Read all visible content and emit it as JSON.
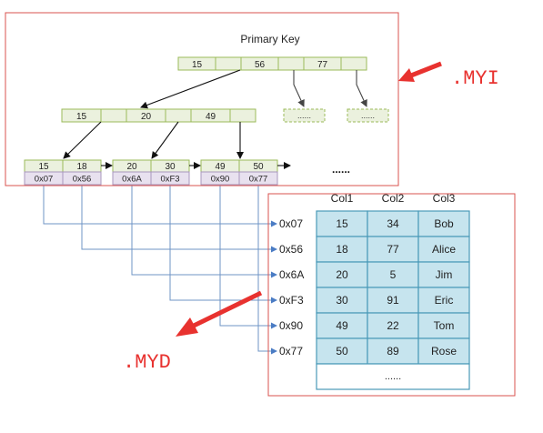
{
  "index_file": {
    "title": "Primary Key",
    "label": ".MYI",
    "root_keys": [
      "15",
      "56",
      "77"
    ],
    "inner_keys": [
      "15",
      "20",
      "49"
    ],
    "placeholder": "......",
    "leaf_pages": [
      {
        "keys": [
          "15",
          "18"
        ],
        "pointers": [
          "0x07",
          "0x56"
        ]
      },
      {
        "keys": [
          "20",
          "30"
        ],
        "pointers": [
          "0x6A",
          "0xF3"
        ]
      },
      {
        "keys": [
          "49",
          "50"
        ],
        "pointers": [
          "0x90",
          "0x77"
        ]
      }
    ],
    "leaf_more": "......"
  },
  "data_file": {
    "label": ".MYD",
    "columns": [
      "Col1",
      "Col2",
      "Col3"
    ],
    "addresses": [
      "0x07",
      "0x56",
      "0x6A",
      "0xF3",
      "0x90",
      "0x77"
    ],
    "rows": [
      [
        "15",
        "34",
        "Bob"
      ],
      [
        "18",
        "77",
        "Alice"
      ],
      [
        "20",
        "5",
        "Jim"
      ],
      [
        "30",
        "91",
        "Eric"
      ],
      [
        "49",
        "22",
        "Tom"
      ],
      [
        "50",
        "89",
        "Rose"
      ]
    ],
    "more": "......"
  },
  "colors": {
    "frame": "#d9534f",
    "node_fill": "#ebf1de",
    "node_border": "#9bbb59",
    "pointer_fill": "#e8e1ef",
    "pointer_border": "#a897bc",
    "table_fill": "#c6e4ee",
    "table_border": "#4a9ab8",
    "connector": "#6f94c6",
    "callout": "#e8322f"
  }
}
